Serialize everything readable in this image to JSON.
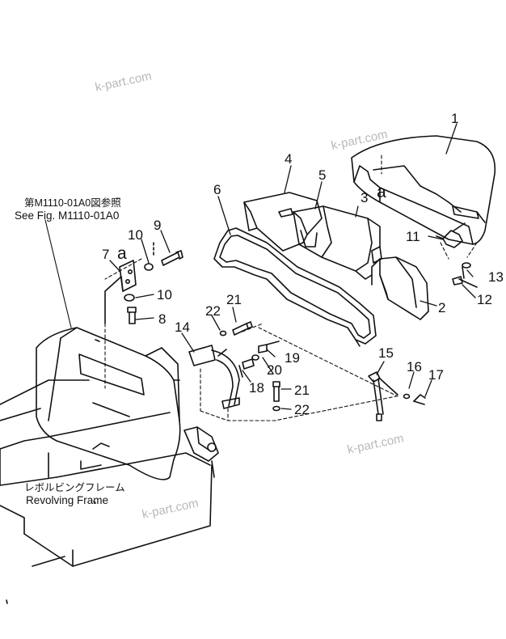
{
  "watermark": "k-part.com",
  "refs": {
    "see_fig_jp": "第M1110-01A0図参照",
    "see_fig_en": "See Fig. M1110-01A0",
    "frame_jp": "レボルビングフレーム",
    "frame_en": "Revolving Frame"
  },
  "detail_letter": "a",
  "callouts": {
    "p1": "1",
    "p2": "2",
    "p3": "3",
    "p4": "4",
    "p5": "5",
    "p6": "6",
    "p7": "7",
    "p8": "8",
    "p9": "9",
    "p10a": "10",
    "p10b": "10",
    "p11": "11",
    "p12": "12",
    "p13": "13",
    "p14": "14",
    "p15": "15",
    "p16": "16",
    "p17": "17",
    "p18": "18",
    "p19": "19",
    "p20": "20",
    "p21a": "21",
    "p21b": "21",
    "p22a": "22",
    "p22b": "22"
  }
}
